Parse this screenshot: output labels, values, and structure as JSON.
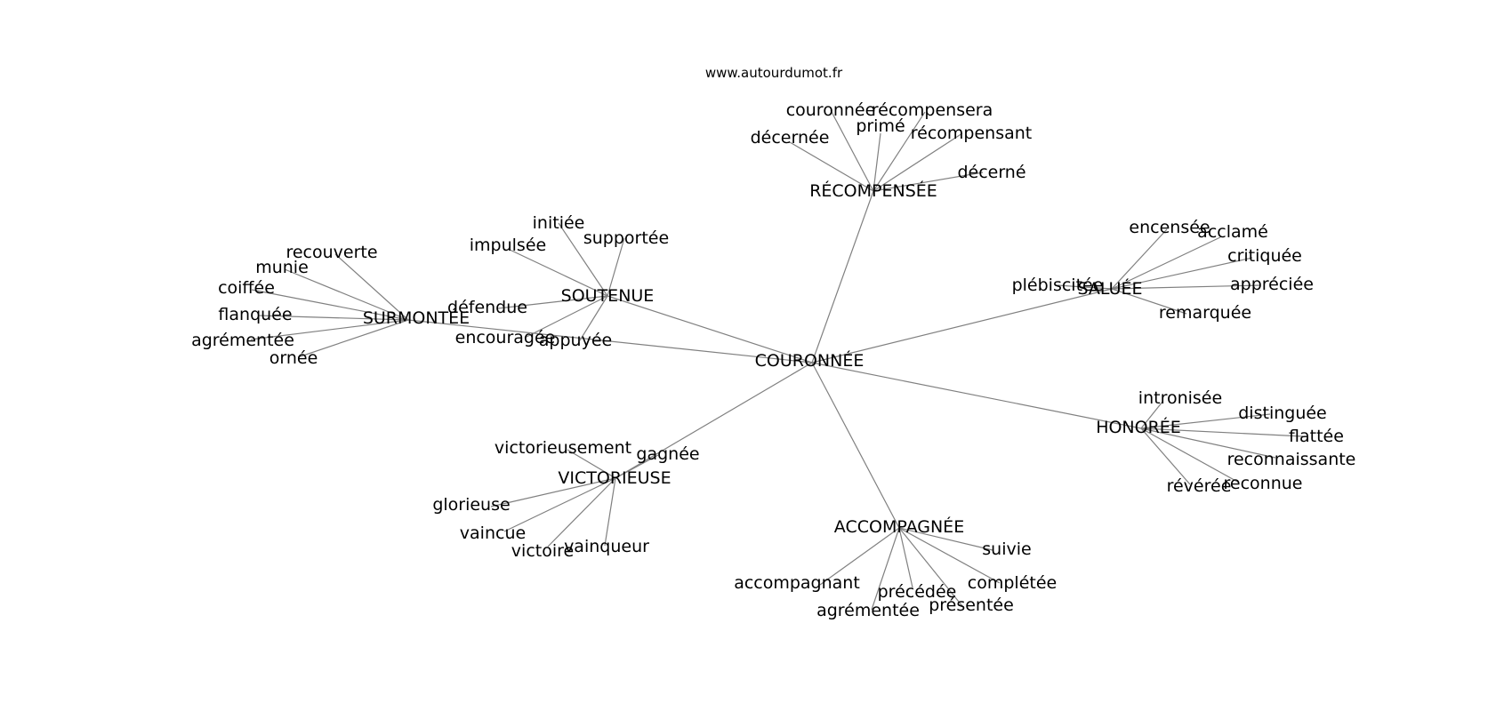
{
  "source": "www.autourdumot.fr",
  "graph": {
    "center": "COURONNÉE",
    "hubs": [
      {
        "id": "recompensee",
        "label": "RÉCOMPENSÉE",
        "words": [
          "couronnée",
          "récompensera",
          "primé",
          "récompensant",
          "décernée",
          "décerné"
        ]
      },
      {
        "id": "saluee",
        "label": "SALUÉE",
        "words": [
          "encensée",
          "acclamé",
          "critiquée",
          "plébiscitée",
          "appréciée",
          "remarquée"
        ]
      },
      {
        "id": "honoree",
        "label": "HONORÉE",
        "words": [
          "intronisée",
          "distinguée",
          "flattée",
          "reconnaissante",
          "reconnue",
          "révérée"
        ]
      },
      {
        "id": "accompagnee",
        "label": "ACCOMPAGNÉE",
        "words": [
          "suivie",
          "complétée",
          "présentée",
          "précédée",
          "agrémentée",
          "accompagnant"
        ]
      },
      {
        "id": "victorieuse",
        "label": "VICTORIEUSE",
        "words": [
          "victorieusement",
          "gagnée",
          "glorieuse",
          "vaincue",
          "victoire",
          "vainqueur"
        ]
      },
      {
        "id": "soutenue",
        "label": "SOUTENUE",
        "words": [
          "initiée",
          "supportée",
          "impulsée",
          "défendue",
          "encouragée",
          "appuyée"
        ]
      },
      {
        "id": "surmontee",
        "label": "SURMONTÉE",
        "words": [
          "recouverte",
          "munie",
          "coiffée",
          "flanquée",
          "agrémentée",
          "ornée"
        ]
      }
    ]
  }
}
